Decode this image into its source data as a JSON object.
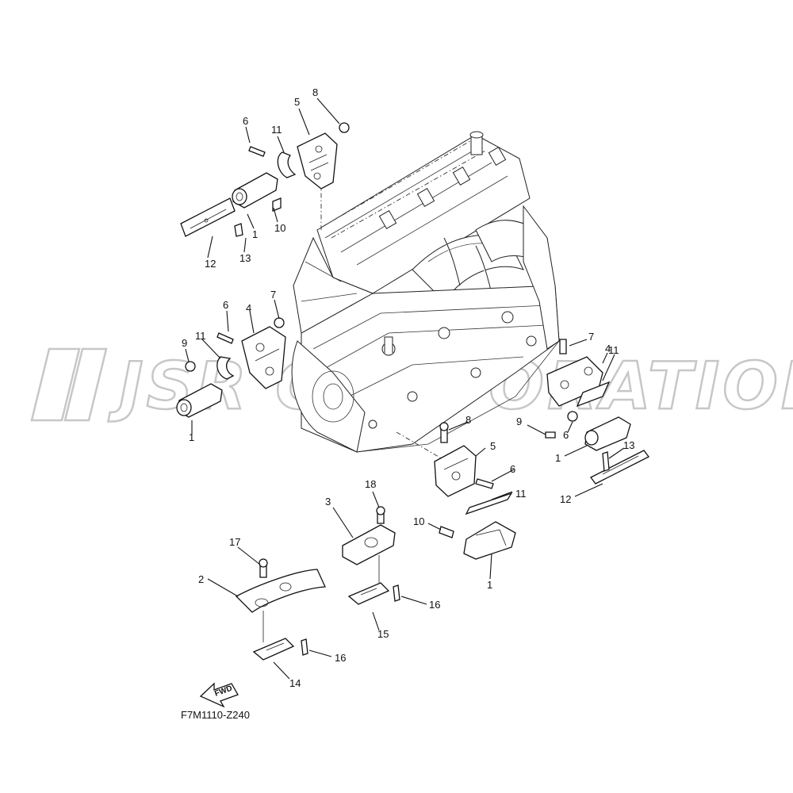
{
  "watermark": {
    "text": "JSR CORPORATION"
  },
  "diagram_code": "F7M1110-Z240",
  "fwd_label": "FWD",
  "callouts": {
    "tl_6": "6",
    "tl_5": "5",
    "tl_8": "8",
    "tl_11": "11",
    "tl_1": "1",
    "tl_10": "10",
    "tl_12": "12",
    "tl_13": "13",
    "ml_6": "6",
    "ml_4": "4",
    "ml_7": "7",
    "ml_9": "9",
    "ml_11": "11",
    "ml_1": "1",
    "r_7": "7",
    "r_4": "4",
    "r_11": "11",
    "r_9": "9",
    "r_6": "6",
    "r_13": "13",
    "r_1": "1",
    "r_12": "12",
    "c_8": "8",
    "c_5": "5",
    "c_6": "6",
    "c_11": "11",
    "c_10": "10",
    "c_1": "1",
    "b_18": "18",
    "b_3": "3",
    "b_16a": "16",
    "b_15": "15",
    "b_17": "17",
    "b_2": "2",
    "b_16b": "16",
    "b_14": "14"
  }
}
